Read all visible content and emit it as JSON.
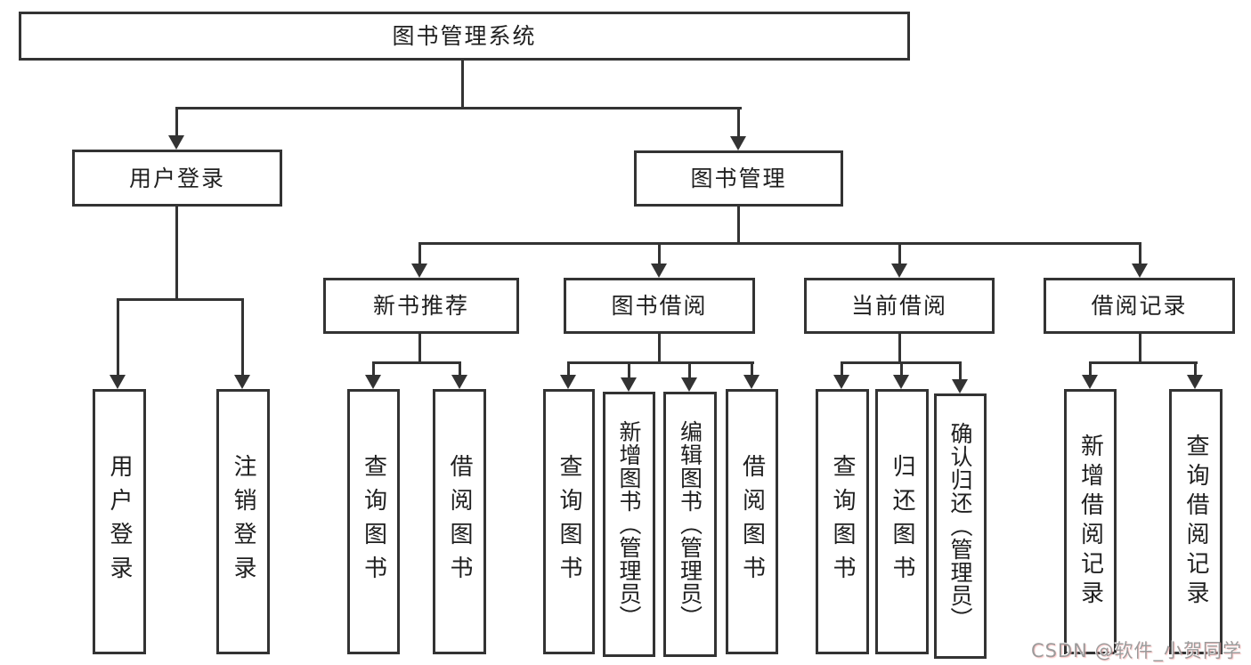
{
  "diagram": {
    "root": {
      "label": "图书管理系统"
    },
    "level1": [
      {
        "id": "user-login",
        "label": "用户登录"
      },
      {
        "id": "book-management",
        "label": "图书管理"
      }
    ],
    "level2": [
      {
        "id": "new-book-recommend",
        "label": "新书推荐"
      },
      {
        "id": "book-borrow",
        "label": "图书借阅"
      },
      {
        "id": "current-borrow",
        "label": "当前借阅"
      },
      {
        "id": "borrow-records",
        "label": "借阅记录"
      }
    ],
    "leaves": [
      {
        "group": "user-login",
        "label": "用户登录"
      },
      {
        "group": "user-login",
        "label": "注销登录"
      },
      {
        "group": "new-book-recommend",
        "label": "查询图书"
      },
      {
        "group": "new-book-recommend",
        "label": "借阅图书"
      },
      {
        "group": "book-borrow",
        "label": "查询图书"
      },
      {
        "group": "book-borrow",
        "label": "新增图书（管理员）"
      },
      {
        "group": "book-borrow",
        "label": "编辑图书（管理员）"
      },
      {
        "group": "book-borrow",
        "label": "借阅图书"
      },
      {
        "group": "current-borrow",
        "label": "查询图书"
      },
      {
        "group": "current-borrow",
        "label": "归还图书"
      },
      {
        "group": "current-borrow",
        "label": "确认归还（管理员）"
      },
      {
        "group": "borrow-records",
        "label": "新增借阅记录"
      },
      {
        "group": "borrow-records",
        "label": "查询借阅记录"
      }
    ],
    "watermark": {
      "text": "CSDN @软件_小贺同学"
    },
    "colors": {
      "line": "#333333",
      "text": "#1f1f1f",
      "background": "#ffffff",
      "watermark": "#9b9b9b"
    }
  }
}
